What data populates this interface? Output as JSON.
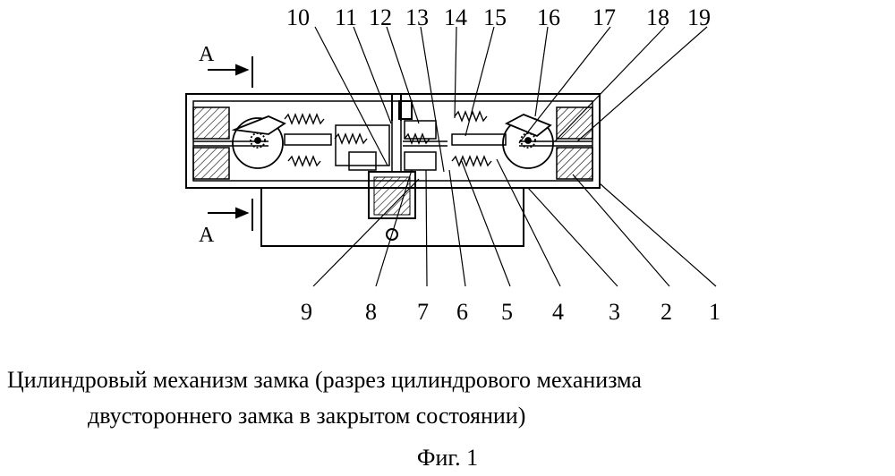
{
  "callouts_top": [
    "10",
    "11",
    "12",
    "13",
    "14",
    "15",
    "16",
    "17",
    "18",
    "19"
  ],
  "callouts_bottom": [
    "9",
    "8",
    "7",
    "6",
    "5",
    "4",
    "3",
    "2",
    "1"
  ],
  "section_label": "A",
  "caption": {
    "line1": "Цилиндровый механизм замка (разрез цилиндрового механизма",
    "line2": "двустороннего замка в закрытом состоянии)",
    "figure": "Фиг. 1"
  }
}
